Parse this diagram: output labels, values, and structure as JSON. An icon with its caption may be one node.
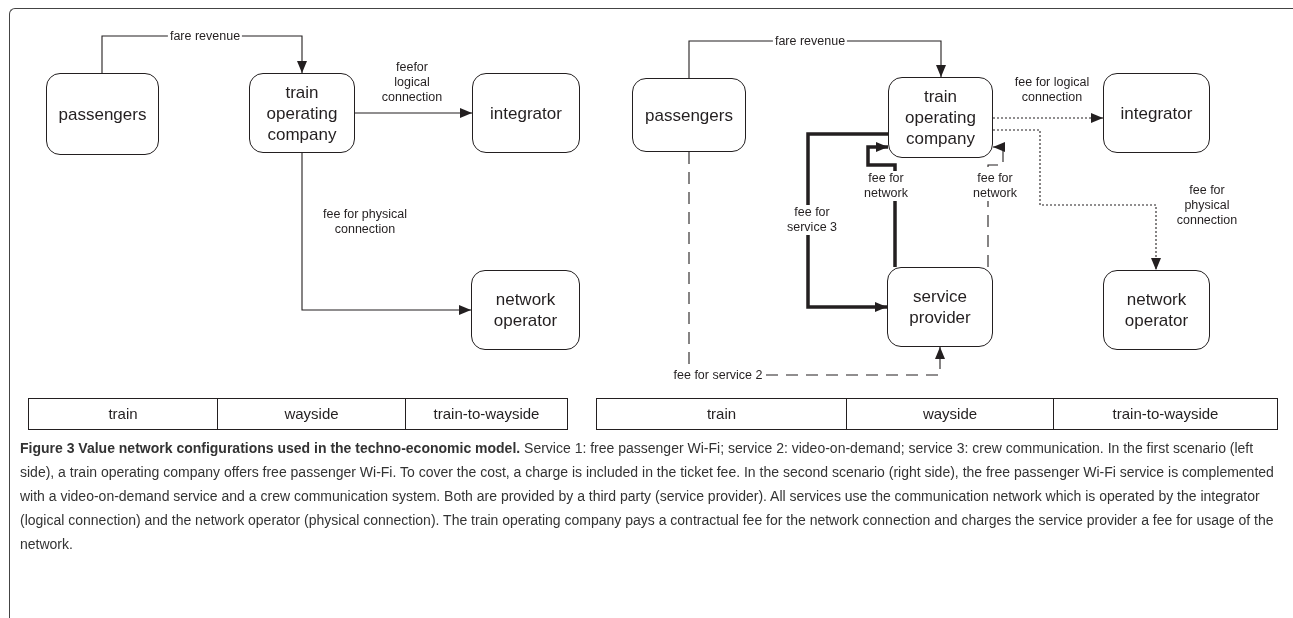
{
  "diagram": {
    "caption": "**Figure 3 Value network configurations used in the techno-economic model.** Service 1: free passenger Wi-Fi; service 2: video-on-demand; service 3: crew communication. In the first scenario (left side), a train operating company offers free passenger Wi-Fi. To cover the cost, a charge is included in the ticket fee. In the second scenario (right side), the free passenger Wi-Fi service is complemented with a video-on-demand service and a crew communication system. Both are provided by a third party (service provider). All services use the communication network which is operated by the integrator (logical connection) and the network operator (physical connection). The train operating company pays a contractual fee for the network connection and charges the service provider a fee for usage of the network.",
    "nodes": [
      {
        "text": [
          "passengers"
        ]
      },
      {
        "text": [
          "train operating company"
        ]
      },
      {
        "text": [
          "integrator"
        ]
      },
      {
        "text": [
          "network operator"
        ]
      },
      {
        "text": [
          "passengers"
        ]
      },
      {
        "text": [
          "train operating company"
        ]
      },
      {
        "text": [
          "integrator"
        ]
      },
      {
        "text": [
          "service provider"
        ]
      },
      {
        "text": [
          "network operator"
        ]
      }
    ],
    "edges": [
      {
        "from": 0,
        "to": 1,
        "arrow": "to",
        "label": "fare revenue"
      },
      {
        "from": 1,
        "to": 2,
        "arrow": "to",
        "label": "feefor logical connection"
      },
      {
        "from": 1,
        "to": 3,
        "arrow": "to",
        "label": "fee for physical connection"
      },
      {
        "from": 4,
        "to": 5,
        "arrow": "to",
        "label": "fare revenue"
      },
      {
        "from": 5,
        "to": 6,
        "arrow": "to",
        "label": "fee for logical connection",
        "style": "dashed"
      },
      {
        "from": 5,
        "to": 8,
        "arrow": "to",
        "label": "fee for physical connection",
        "style": "dashed"
      },
      {
        "from": 5,
        "to": 7,
        "arrow": "to",
        "label": "fee for service 3",
        "style": "thick"
      },
      {
        "from": 7,
        "to": 5,
        "arrow": "to",
        "label": "fee for network",
        "style": "thick"
      },
      {
        "from": 7,
        "to": 5,
        "arrow": "to",
        "label": "fee for network",
        "style": "dashed"
      },
      {
        "from": 4,
        "to": 7,
        "arrow": "to",
        "label": "fee for service 2",
        "style": "dashed"
      }
    ],
    "labels": [
      "train",
      "wayside",
      "train-to-wayside",
      "train",
      "wayside",
      "train-to-wayside"
    ]
  }
}
